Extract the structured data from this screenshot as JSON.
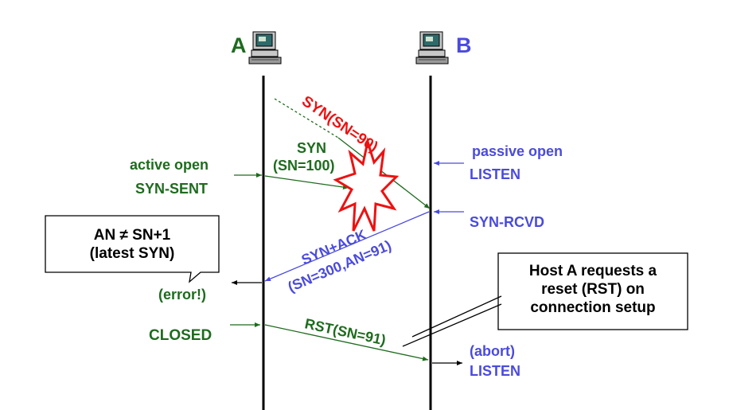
{
  "hosts": {
    "a": "A",
    "b": "B"
  },
  "a_side": {
    "active_open": "active open",
    "syn_sent": "SYN-SENT",
    "error": "(error!)",
    "closed": "CLOSED"
  },
  "b_side": {
    "passive_open": "passive open",
    "listen": "LISTEN",
    "syn_rcvd": "SYN-RCVD",
    "abort": "(abort)",
    "listen_again": "LISTEN"
  },
  "messages": {
    "old_syn": "SYN(SN=90)",
    "syn_line1": "SYN",
    "syn_line2": "(SN=100)",
    "synack_line1": "SYN+ACK",
    "synack_line2": "(SN=300,AN=91)",
    "rst": "RST(SN=91)"
  },
  "callouts": {
    "left_line1": "AN ≠ SN+1",
    "left_line2": "(latest SYN)",
    "right_line1": "Host A requests a",
    "right_line2": "reset (RST) on",
    "right_line3": "connection setup"
  },
  "colors": {
    "green": "#1e6b1e",
    "blue": "#4a4adf",
    "red": "#ee1111",
    "black": "#000000"
  },
  "icons": {
    "host_a": "computer-icon",
    "host_b": "computer-icon"
  }
}
